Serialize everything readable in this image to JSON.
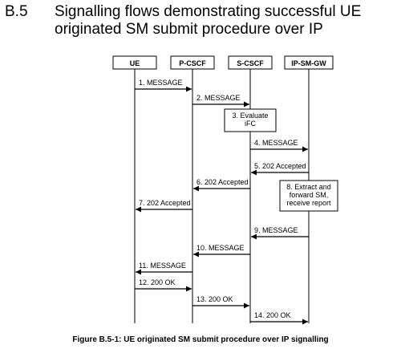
{
  "section": {
    "number": "B.5",
    "title": "Signalling flows demonstrating successful UE originated SM submit procedure over IP"
  },
  "entities": [
    {
      "id": "ue",
      "label": "UE"
    },
    {
      "id": "pcscf",
      "label": "P-CSCF"
    },
    {
      "id": "scscf",
      "label": "S-CSCF"
    },
    {
      "id": "ipsmgw",
      "label": "IP-SM-GW"
    }
  ],
  "flows": [
    {
      "kind": "arrow",
      "from": "ue",
      "to": "pcscf",
      "label": "1. MESSAGE"
    },
    {
      "kind": "arrow",
      "from": "pcscf",
      "to": "scscf",
      "label": "2. MESSAGE"
    },
    {
      "kind": "box",
      "at": "scscf",
      "lines": [
        "3. Evaluate",
        "iFC"
      ]
    },
    {
      "kind": "arrow",
      "from": "scscf",
      "to": "ipsmgw",
      "label": "4. MESSAGE"
    },
    {
      "kind": "arrow",
      "from": "ipsmgw",
      "to": "scscf",
      "label": "5. 202 Accepted"
    },
    {
      "kind": "arrow",
      "from": "scscf",
      "to": "pcscf",
      "label": "6. 202 Accepted"
    },
    {
      "kind": "box",
      "at": "ipsmgw",
      "lines": [
        "8. Extract and",
        "forward SM,",
        "receive report"
      ]
    },
    {
      "kind": "arrow",
      "from": "pcscf",
      "to": "ue",
      "label": "7. 202 Accepted"
    },
    {
      "kind": "arrow",
      "from": "ipsmgw",
      "to": "scscf",
      "label": "9. MESSAGE"
    },
    {
      "kind": "arrow",
      "from": "scscf",
      "to": "pcscf",
      "label": "10. MESSAGE"
    },
    {
      "kind": "arrow",
      "from": "pcscf",
      "to": "ue",
      "label": "11. MESSAGE"
    },
    {
      "kind": "arrow",
      "from": "ue",
      "to": "pcscf",
      "label": "12. 200 OK"
    },
    {
      "kind": "arrow",
      "from": "pcscf",
      "to": "scscf",
      "label": "13. 200 OK"
    },
    {
      "kind": "arrow",
      "from": "scscf",
      "to": "ipsmgw",
      "label": "14. 200 OK"
    }
  ],
  "caption": "Figure B.5-1: UE originated SM submit procedure over IP signalling"
}
